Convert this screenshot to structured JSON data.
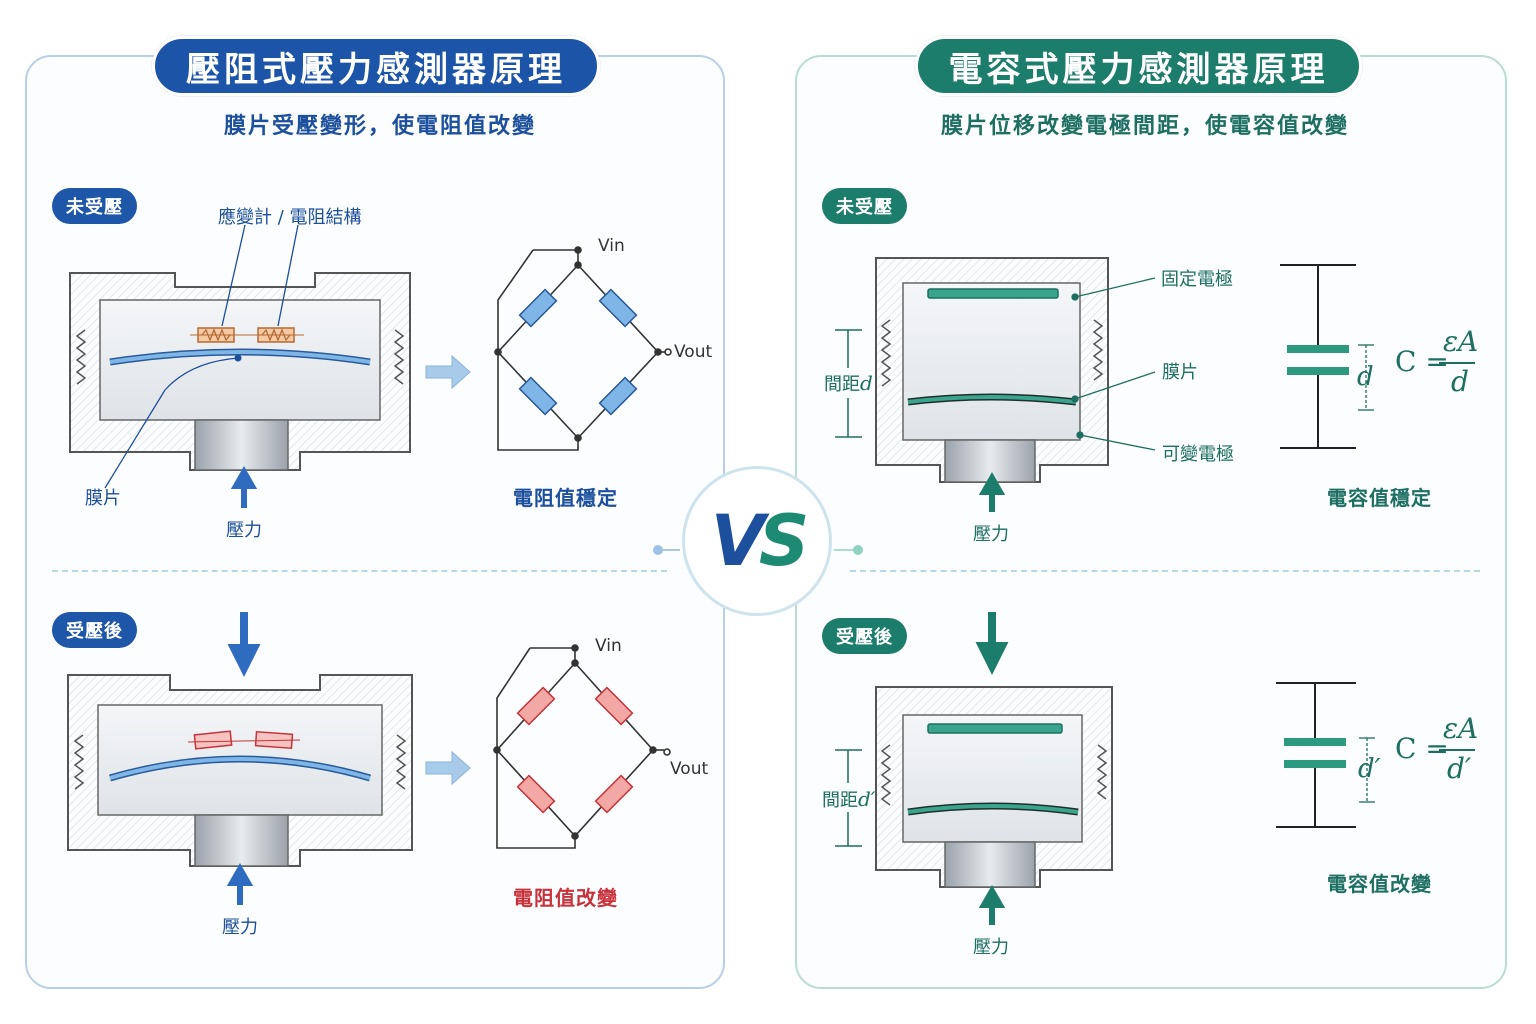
{
  "left": {
    "title": "壓阻式壓力感測器原理",
    "subtitle": "膜片受壓變形，使電阻值改變",
    "top_state": "未受壓",
    "bottom_state": "受壓後",
    "strain_gauge_label": "應變計 / 電阻結構",
    "diaphragm_label": "膜片",
    "pressure_top": "壓力",
    "pressure_bottom": "壓力",
    "vin_top": "Vin",
    "vout_top": "Vout",
    "vin_bottom": "Vin",
    "vout_bottom": "Vout",
    "status_top": "電阻值穩定",
    "status_bottom": "電阻值改變",
    "colors": {
      "accent": "#1c55a8",
      "resistor_stable": "#3a78c8",
      "resistor_changed": "#d9534f",
      "gauge": "#d98b52"
    }
  },
  "right": {
    "title": "電容式壓力感測器原理",
    "subtitle": "膜片位移改變電極間距，使電容值改變",
    "top_state": "未受壓",
    "bottom_state": "受壓後",
    "fixed_electrode_label": "固定電極",
    "diaphragm_label": "膜片",
    "variable_electrode_label": "可變電極",
    "gap_top_label": "間距",
    "gap_top_symbol": "d",
    "gap_bottom_label": "間距",
    "gap_bottom_symbol": "d′",
    "pressure_top": "壓力",
    "pressure_bottom": "壓力",
    "formula_top": {
      "lhs": "C =",
      "numerator": "εA",
      "denominator": "d",
      "dim": "d"
    },
    "formula_bottom": {
      "lhs": "C =",
      "numerator": "εA",
      "denominator": "d′",
      "dim": "d′"
    },
    "status_top": "電容值穩定",
    "status_bottom": "電容值改變",
    "colors": {
      "accent": "#1d7d6c",
      "electrode": "#3aa58c"
    }
  },
  "vs": {
    "v": "V",
    "s": "S"
  }
}
